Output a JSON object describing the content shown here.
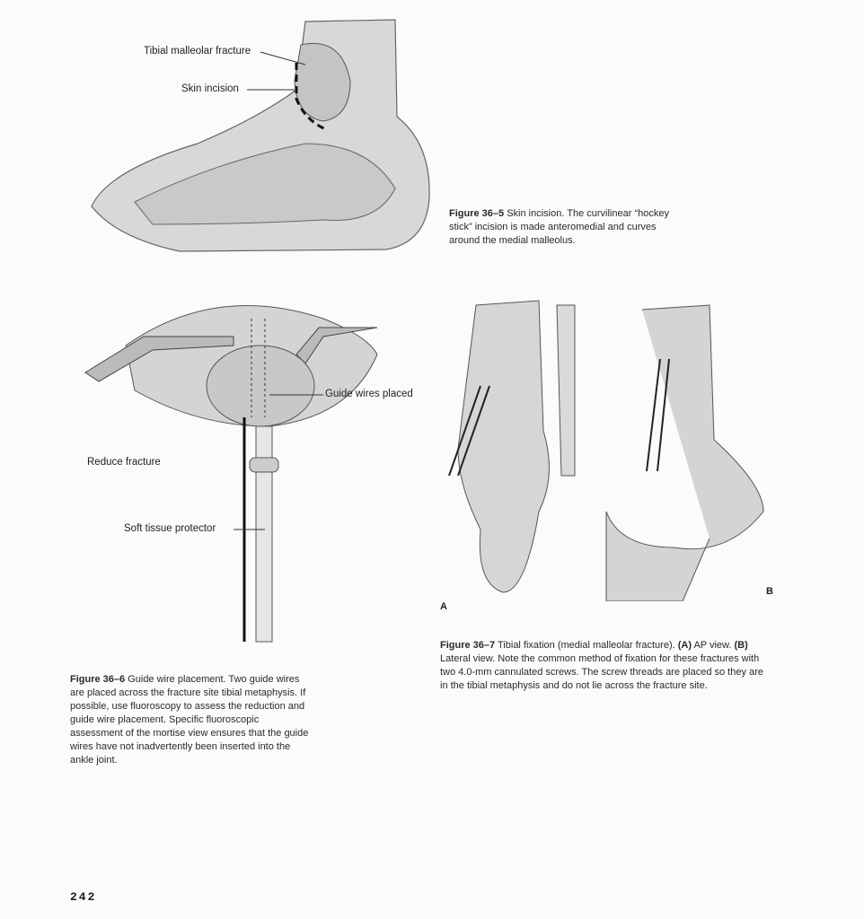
{
  "page_number": "242",
  "figure_36_5": {
    "labels": {
      "fracture": "Tibial malleolar fracture",
      "incision": "Skin incision"
    },
    "caption": {
      "number": "Figure 36–5",
      "text": " Skin incision. The curvilinear “hockey stick” incision is made anteromedial and curves around the medial malleolus."
    }
  },
  "figure_36_6": {
    "labels": {
      "guide": "Guide wires placed",
      "reduce": "Reduce fracture",
      "protector": "Soft tissue protector"
    },
    "caption": {
      "number": "Figure 36–6",
      "text": " Guide wire placement. Two guide wires are placed across the fracture site tibial metaphysis. If possible, use fluoroscopy to assess the reduction and guide wire placement. Specific fluoroscopic assessment of the mortise view ensures that the guide wires have not inadvertently been inserted into the ankle joint."
    }
  },
  "figure_36_7": {
    "panel_a": "A",
    "panel_b": "B",
    "caption": {
      "number": "Figure 36–7",
      "text1": " Tibial fixation (medial malleolar fracture). ",
      "a": "(A)",
      "text2": " AP view. ",
      "b": "(B)",
      "text3": " Lateral view. Note the common method of fixation for these fractures with two 4.0-mm cannulated screws. The screw threads are placed so they are in the tibial metaphysis and do not lie across the fracture site."
    }
  }
}
